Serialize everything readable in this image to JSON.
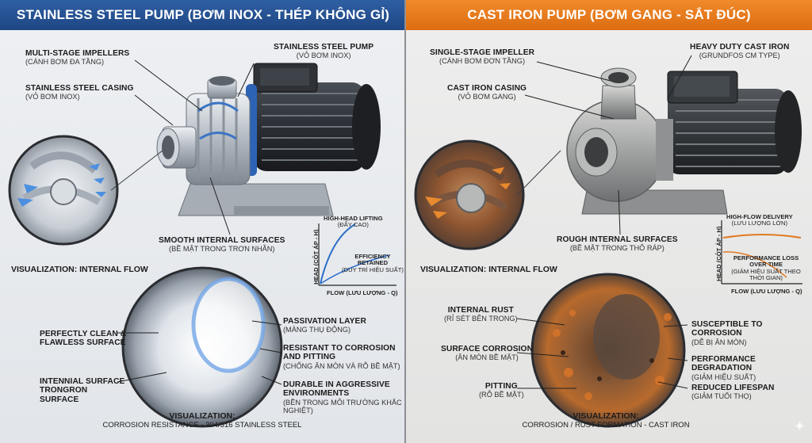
{
  "colors": {
    "stainless_banner": "#2f5fa3",
    "cast_iron_banner": "#e97d1f",
    "rust": "#b8581f",
    "steel": "#b9bfc6"
  },
  "left": {
    "title": "STAINLESS STEEL PUMP (BƠM INOX - THÉP KHÔNG GỈ)",
    "impellers": {
      "en": "MULTI-STAGE IMPELLERS",
      "vn": "(CÁNH BƠM ĐA TẦNG)"
    },
    "pump": {
      "en": "STAINLESS STEEL PUMP",
      "vn": "(VỎ BƠM INOX)"
    },
    "casing": {
      "en": "STAINLESS STEEL CASING",
      "vn": "(VỎ BƠM INOX)"
    },
    "smooth": {
      "en": "SMOOTH INTERNAL SURFACES",
      "vn": "(BỀ MẶT TRONG TRƠN NHẴN)"
    },
    "flow_heading": "VISUALIZATION: INTERNAL FLOW",
    "graph": {
      "curve1_en": "HIGH-HEAD LIFTING",
      "curve1_vn": "(ĐẨY CAO)",
      "curve2_en": "EFFICIENCY RETAINED",
      "curve2_vn": "(DUY TRÌ HIỆU SUẤT)",
      "ylabel": "HEAD (CỘT ÁP - H)",
      "xlabel": "FLOW (LƯU LƯỢNG - Q)"
    },
    "clean": {
      "en": "PERFECTLY CLEAN & FLAWLESS SURFACE"
    },
    "internal": {
      "en": "INTENNIAL SURFACE TRONGRON SURFACE"
    },
    "passivation": {
      "en": "PASSIVATION LAYER",
      "vn": "(MÀNG THỤ ĐỘNG)"
    },
    "resistant": {
      "en": "RESISTANT TO CORROSION AND PITTING",
      "vn": "(CHỐNG ĂN MÒN VÀ RỖ BỀ MẶT)"
    },
    "durable": {
      "en": "DURABLE IN AGGRESSIVE ENVIRONMENTS",
      "vn": "(BỀN TRONG MÔI TRƯỜNG KHẮC NGHIỆT)"
    },
    "vis": {
      "line1": "VISUALIZATION:",
      "line2": "CORROSION RESISTANCE - 304/316 STAINLESS STEEL"
    }
  },
  "right": {
    "title": "CAST IRON PUMP (BƠM GANG - SẮT ĐÚC)",
    "impeller": {
      "en": "SINGLE-STAGE IMPELLER",
      "vn": "(CÁNH BƠM ĐƠN TẦNG)"
    },
    "heavy": {
      "en": "HEAVY DUTY CAST IRON",
      "vn": "(GRUNDFOS CM TYPE)"
    },
    "casing": {
      "en": "CAST IRON CASING",
      "vn": "(VỎ BƠM GANG)"
    },
    "rough": {
      "en": "ROUGH INTERNAL SURFACES",
      "vn": "(BỀ MẶT TRONG THÔ RÁP)"
    },
    "flow_heading": "VISUALIZATION: INTERNAL FLOW",
    "graph": {
      "curve1_en": "HIGH-FLOW DELIVERY",
      "curve1_vn": "(LƯU LƯỢNG LỚN)",
      "curve2_en": "PERFORMANCE LOSS OVER TIME",
      "curve2_vn": "(GIẢM HIỆU SUẤT THEO THỜI GIAN)",
      "ylabel": "HEAD (CỘT ÁP - H)",
      "xlabel": "FLOW (LƯU LƯỢNG - Q)"
    },
    "rust": {
      "en": "INTERNAL RUST",
      "vn": "(RỈ SÉT BÊN TRONG)"
    },
    "surface": {
      "en": "SURFACE CORROSION",
      "vn": "(ĂN MÒN BỀ MẶT)"
    },
    "pitting": {
      "en": "PITTING",
      "vn": "(RỖ BỀ MẶT)"
    },
    "susceptible": {
      "en": "SUSCEPTIBLE TO CORROSION",
      "vn": "(DỄ BỊ ĂN MÒN)"
    },
    "degradation": {
      "en": "PERFORMANCE DEGRADATION",
      "vn": "(GIẢM HIỆU SUẤT)"
    },
    "lifespan": {
      "en": "REDUCED LIFESPAN",
      "vn": "(GIẢM TUỔI THỌ)"
    },
    "vis": {
      "line1": "VISUALIZATION:",
      "line2": "CORROSION / RUST FORMATION - CAST IRON"
    }
  }
}
